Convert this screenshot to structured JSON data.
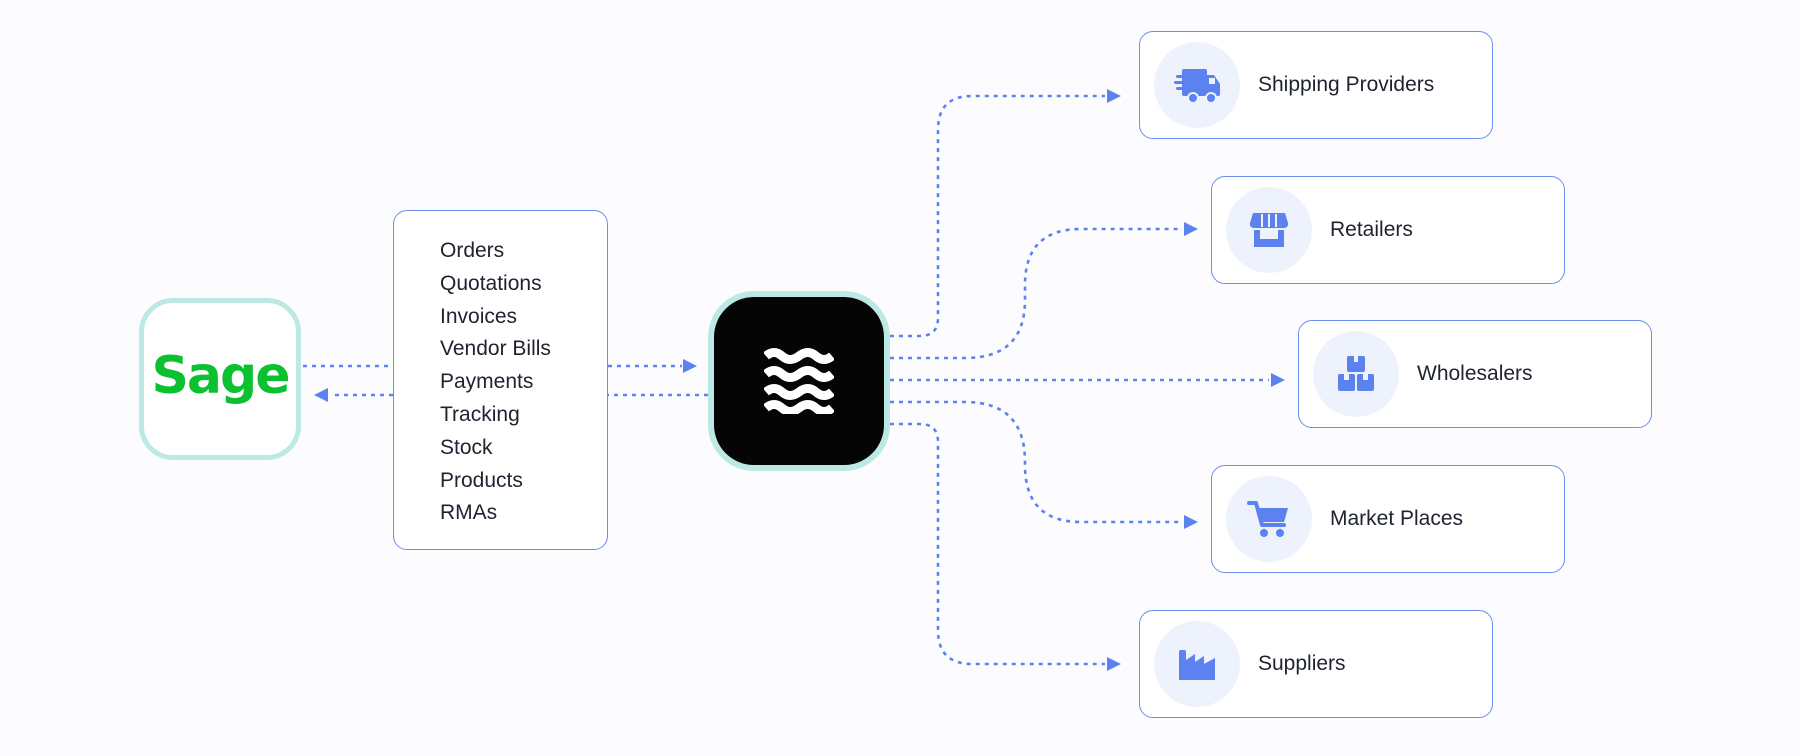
{
  "source": {
    "logo_text": "Sage",
    "brand_color": "#0bc12f",
    "frame_color": "#bde9e4"
  },
  "data_types": [
    "Orders",
    "Quotations",
    "Invoices",
    "Vendor Bills",
    "Payments",
    "Tracking",
    "Stock",
    "Products",
    "RMAs"
  ],
  "hub": {
    "icon": "waves-logo-icon",
    "background": "#050505",
    "frame_color": "#bde9e4"
  },
  "destinations": [
    {
      "label": "Shipping Providers",
      "icon": "truck-icon"
    },
    {
      "label": "Retailers",
      "icon": "storefront-icon"
    },
    {
      "label": "Wholesalers",
      "icon": "boxes-icon"
    },
    {
      "label": "Market Places",
      "icon": "shopping-cart-icon"
    },
    {
      "label": "Suppliers",
      "icon": "factory-icon"
    }
  ],
  "colors": {
    "accent": "#5b82ee",
    "box_border": "#6b8ef0",
    "icon_background": "#eef2fd",
    "text": "#1f2330"
  }
}
